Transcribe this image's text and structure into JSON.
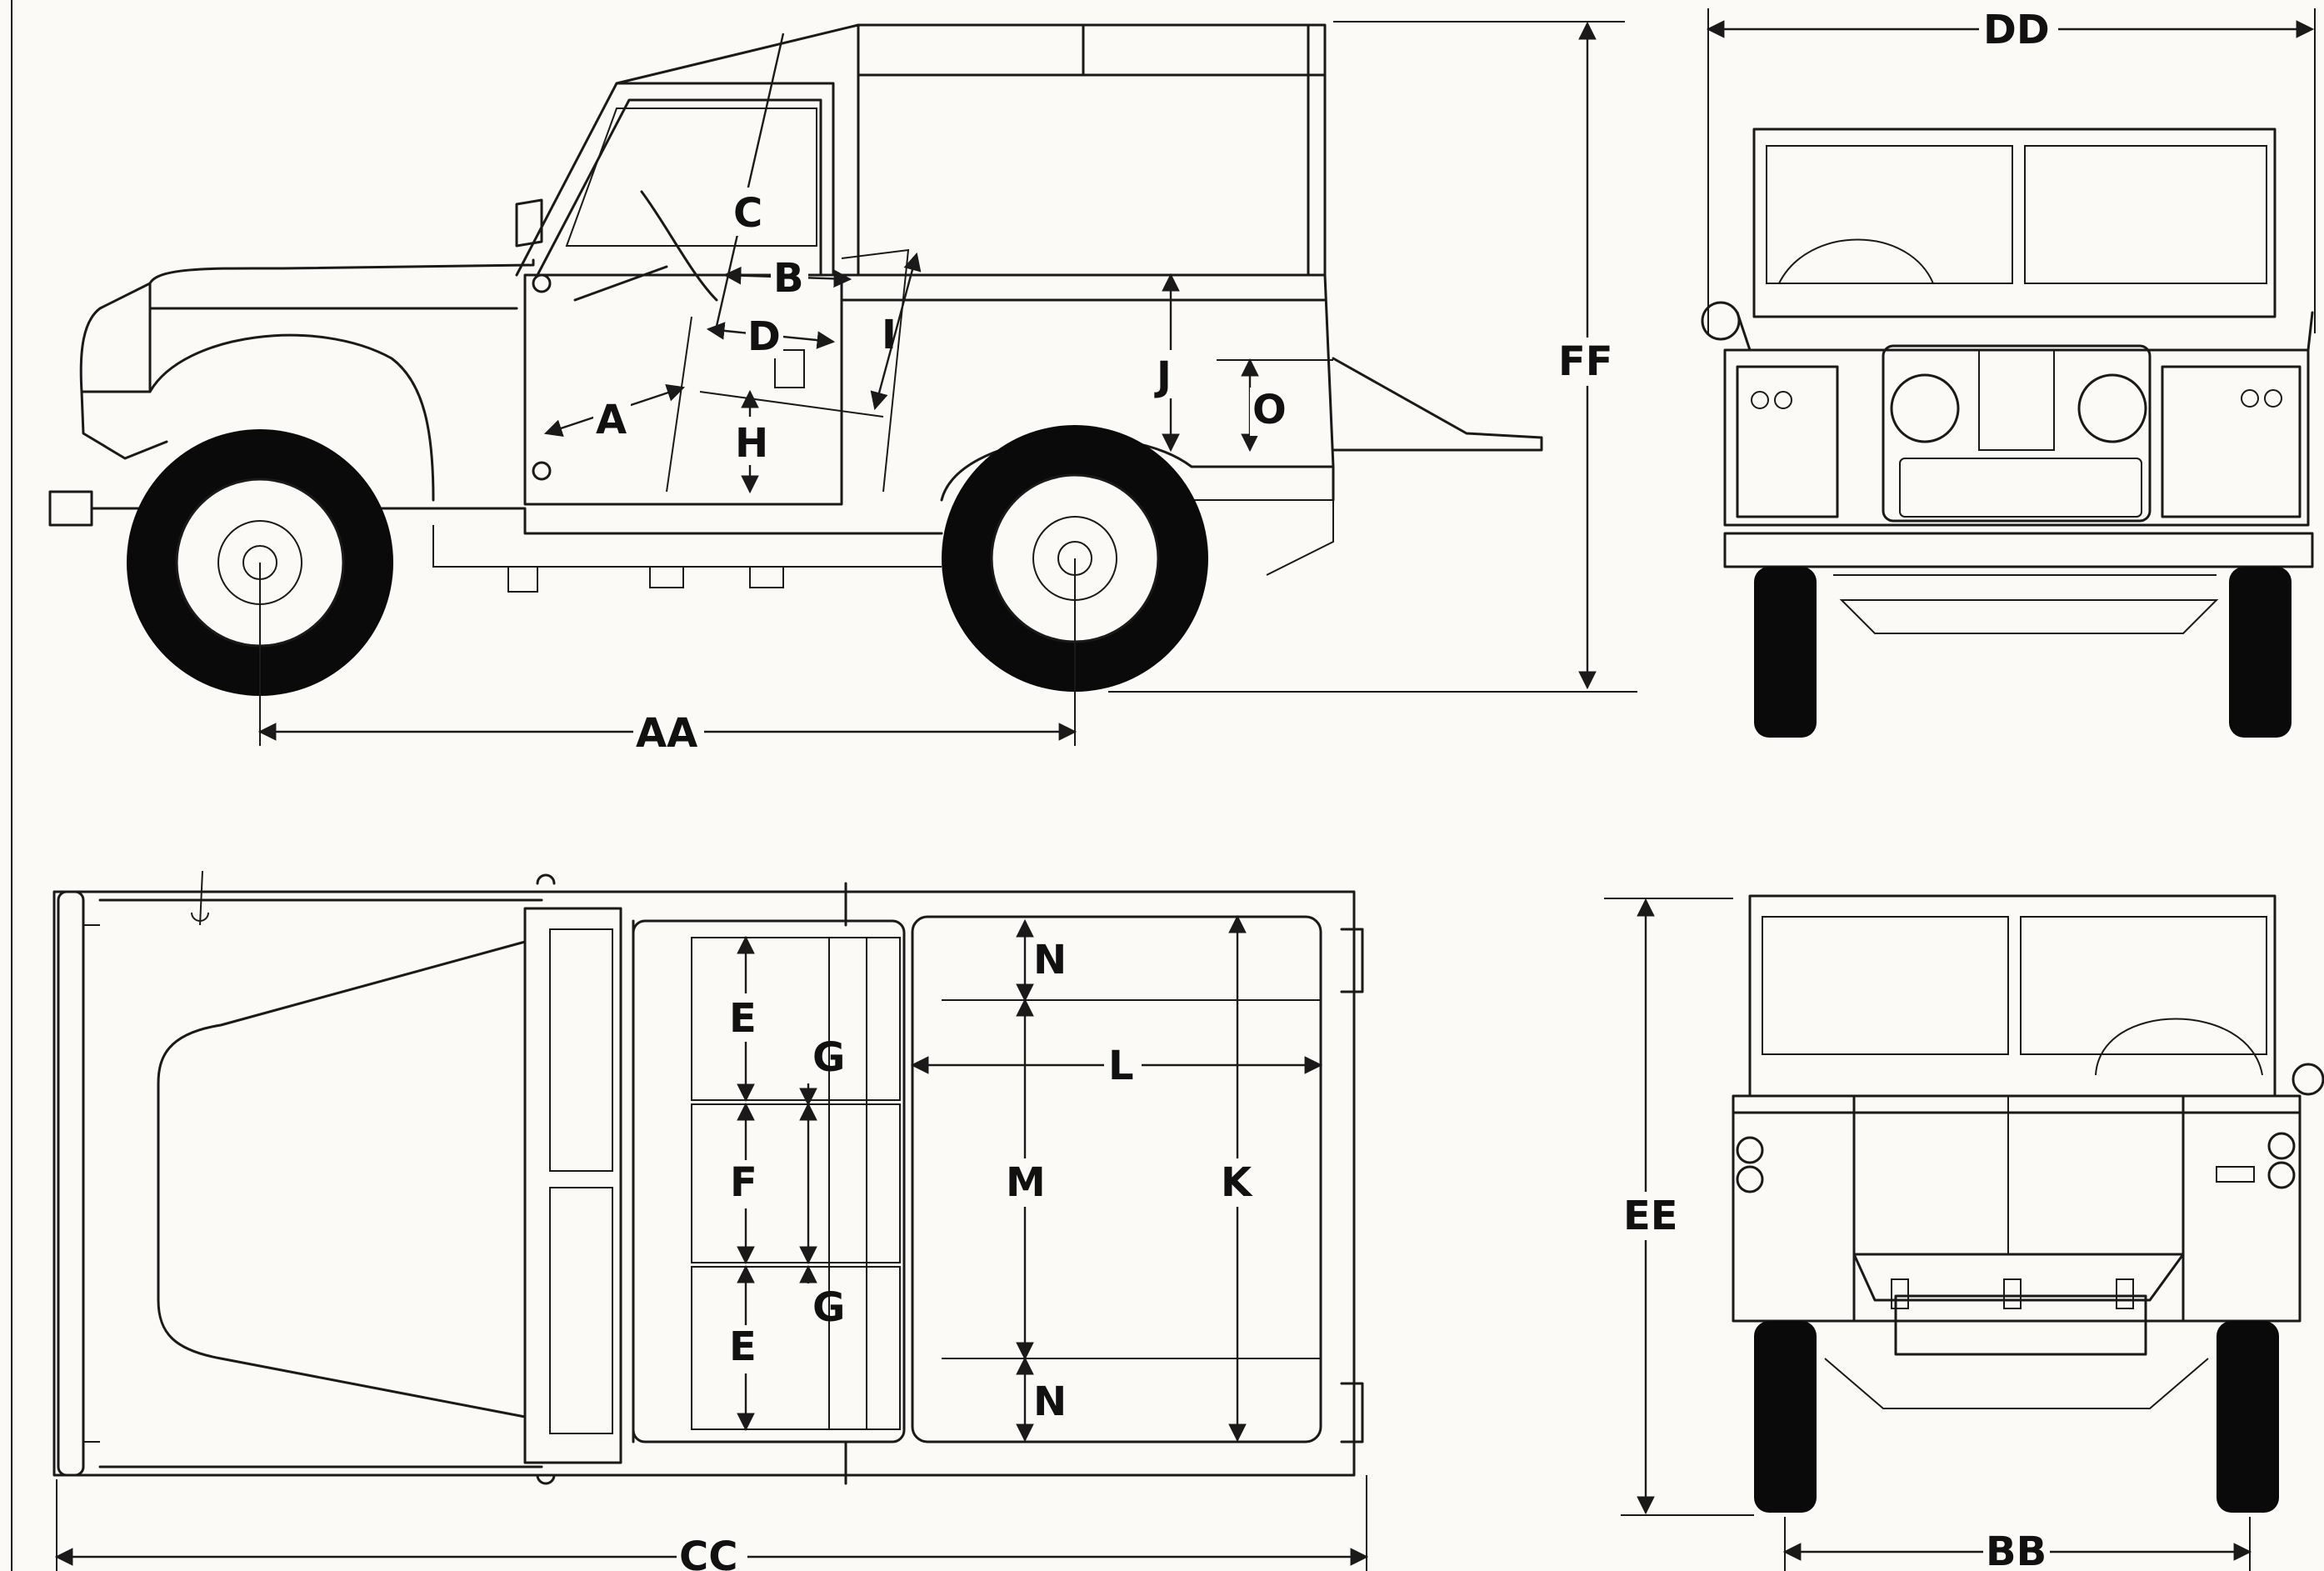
{
  "labels": {
    "A": "A",
    "B": "B",
    "C": "C",
    "D": "D",
    "E": "E",
    "F": "F",
    "G": "G",
    "H": "H",
    "I": "I",
    "J": "J",
    "K": "K",
    "L": "L",
    "M": "M",
    "N": "N",
    "O": "O",
    "AA": "AA",
    "BB": "BB",
    "CC": "CC",
    "DD": "DD",
    "EE": "EE",
    "FF": "FF"
  },
  "colors": {
    "ink": "#1a1a1a",
    "paper": "#fbfaf6",
    "tyre": "#0a0a0a"
  }
}
